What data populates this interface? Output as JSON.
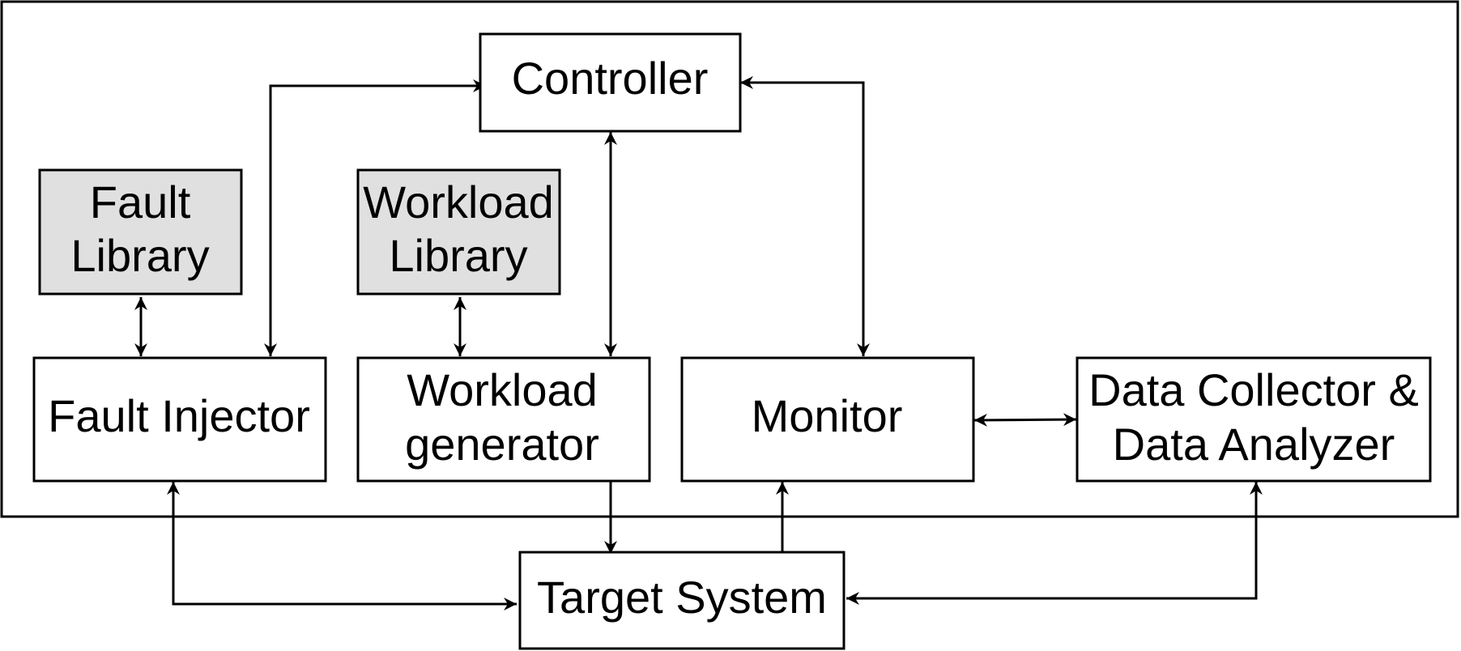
{
  "colors": {
    "library_fill": "#e0e0e0",
    "component_fill": "#ffffff",
    "stroke": "#000000"
  },
  "nodes": {
    "controller": {
      "lines": [
        "Controller"
      ]
    },
    "fault_library": {
      "lines": [
        "Fault",
        "Library"
      ]
    },
    "workload_library": {
      "lines": [
        "Workload",
        "Library"
      ]
    },
    "fault_injector": {
      "lines": [
        "Fault Injector"
      ]
    },
    "workload_generator": {
      "lines": [
        "Workload",
        "generator"
      ]
    },
    "monitor": {
      "lines": [
        "Monitor"
      ]
    },
    "data_collector": {
      "lines": [
        "Data Collector &",
        "Data Analyzer"
      ]
    },
    "target_system": {
      "lines": [
        "Target System"
      ]
    }
  },
  "connections": [
    {
      "from": "fault_library",
      "to": "fault_injector",
      "direction": "both"
    },
    {
      "from": "workload_library",
      "to": "workload_generator",
      "direction": "both"
    },
    {
      "from": "fault_injector",
      "to": "controller",
      "direction": "both"
    },
    {
      "from": "workload_generator",
      "to": "controller",
      "direction": "both"
    },
    {
      "from": "controller",
      "to": "monitor",
      "direction": "both"
    },
    {
      "from": "monitor",
      "to": "data_collector",
      "direction": "both"
    },
    {
      "from": "workload_generator",
      "to": "target_system",
      "direction": "forward"
    },
    {
      "from": "target_system",
      "to": "monitor",
      "direction": "forward"
    },
    {
      "from": "fault_injector",
      "to": "target_system",
      "direction": "both"
    },
    {
      "from": "data_collector",
      "to": "target_system",
      "direction": "both"
    }
  ]
}
